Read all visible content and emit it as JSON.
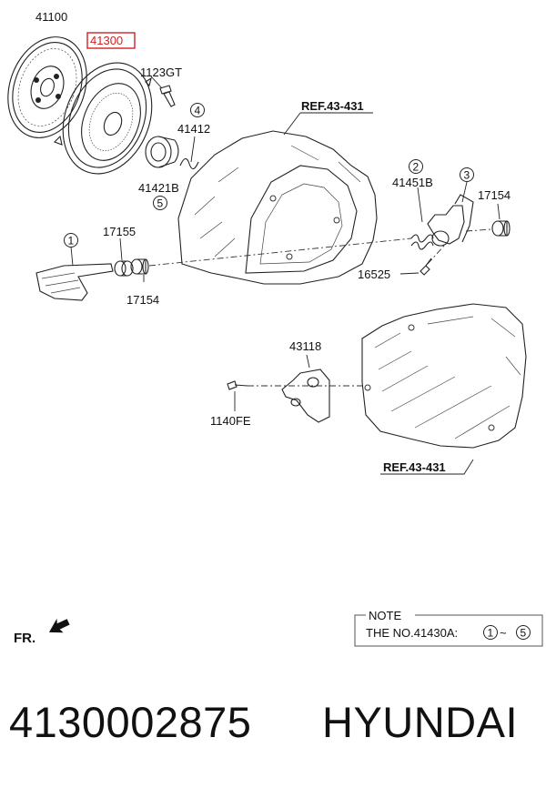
{
  "callouts": {
    "clutch_disc": "41100",
    "clutch_cover": "41300",
    "cover_bolt": "1123GT",
    "spring": "41412",
    "release_bearing": "41421B",
    "fork_assembly": "41451B",
    "bushing_right": "17154",
    "seal": "17155",
    "bushing_left": "17154",
    "fork_bolt": "16525",
    "bracket": "43118",
    "bracket_bolt": "1140FE"
  },
  "highlighted_callout": "41300",
  "ref_top": "REF.43-431",
  "ref_bottom": "REF.43-431",
  "circled_numbers": {
    "c1": "1",
    "c2": "2",
    "c3": "3",
    "c4": "4",
    "c5": "5"
  },
  "front_marker": "FR.",
  "note": {
    "title": "NOTE",
    "text": "THE NO.41430A:",
    "range_start": "1",
    "range_sep": "~",
    "range_end": "5"
  },
  "footer": {
    "part_number": "4130002875",
    "brand": "HYUNDAI"
  },
  "colors": {
    "highlight": "#cc2222",
    "line": "#222222"
  }
}
